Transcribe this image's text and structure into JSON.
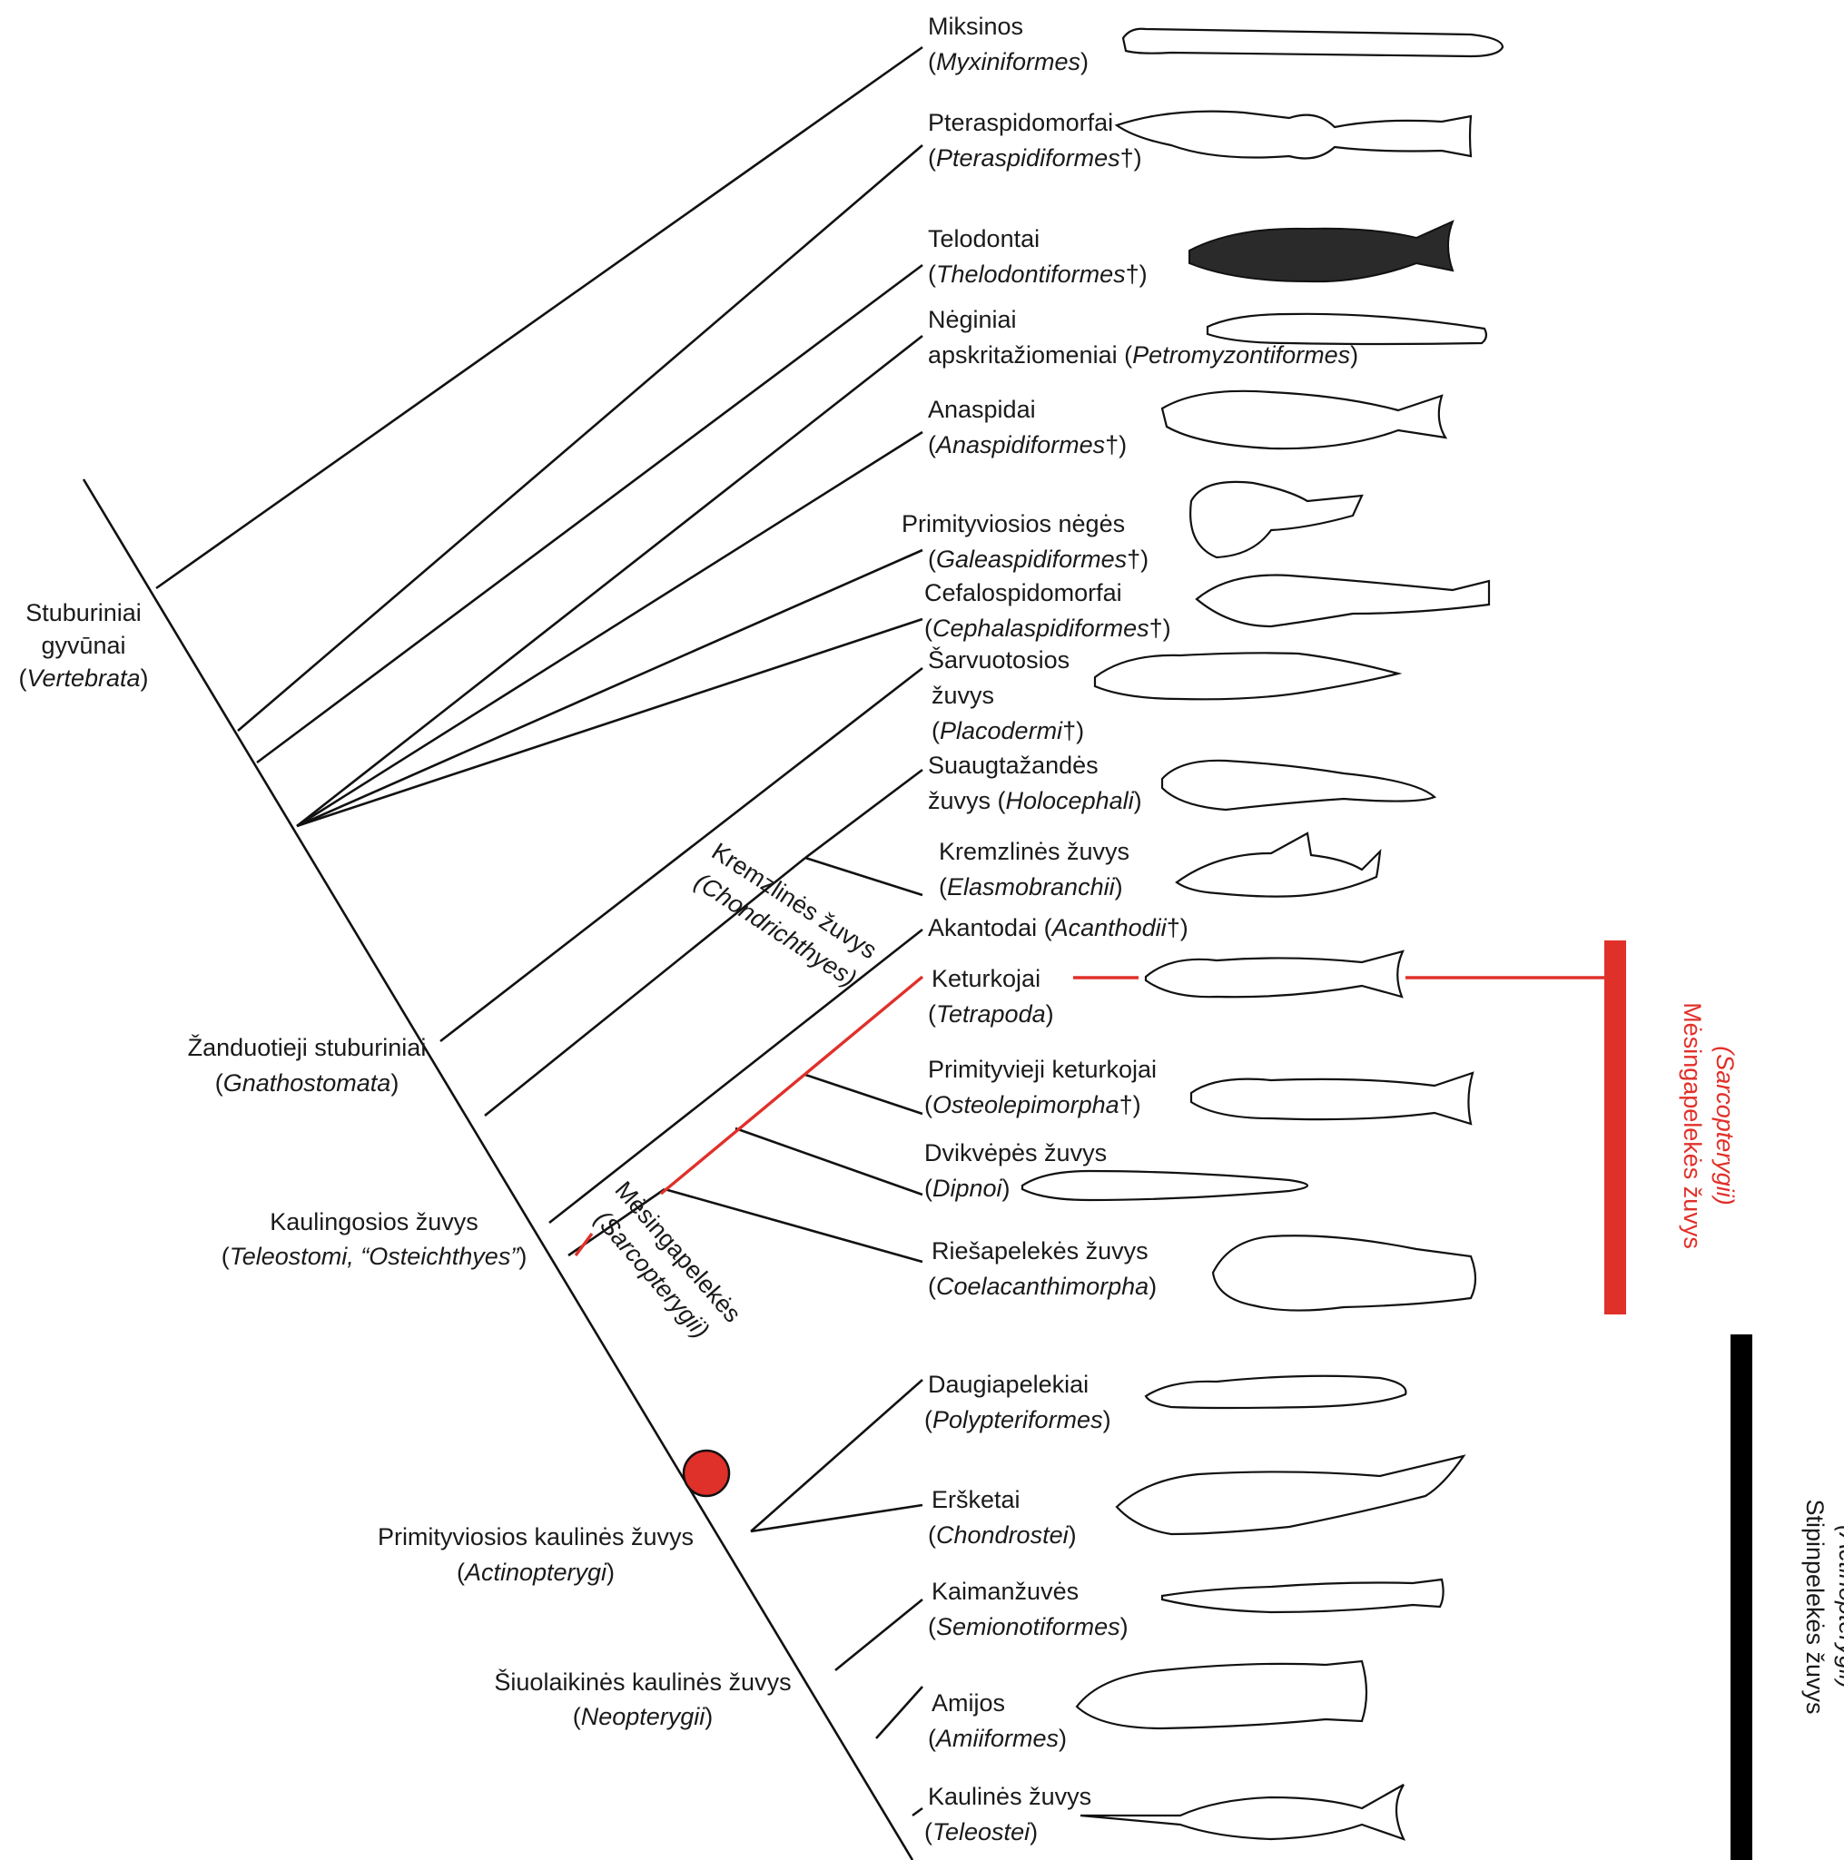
{
  "root": {
    "vertebrata": [
      "Stuburiniai",
      "gyvūnai",
      "Vertebrata"
    ],
    "gnathostomata": [
      "Žanduotieji stuburiniai",
      "Gnathostomata"
    ],
    "osteichthyes": [
      "Kaulingosios žuvys",
      "Teleostomi, “Osteichthyes”"
    ],
    "actinopterygi": [
      "Primityviosios kaulinės žuvys",
      "Actinopterygi"
    ],
    "neopterygii": [
      "Šiuolaikinės kaulinės žuvys",
      "Neopterygii"
    ],
    "chondrichthyes": [
      "Kremzlinės žuvys",
      "(Chondrichthyes)"
    ],
    "sarcopterygii_branch": [
      "Mėsingapelekės",
      "(Sarcopterygii)"
    ]
  },
  "taxa": [
    {
      "name": "Miksinos",
      "latin": "Myxiniformes",
      "suffix": ""
    },
    {
      "name": "Pteraspidomorfai",
      "latin": "Pteraspidiformes",
      "suffix": "†"
    },
    {
      "name": "Telodontai",
      "latin": "Thelodontiformes",
      "suffix": "†"
    },
    {
      "name": "Nėginiai",
      "name2": "apskritažiomeniai",
      "latin": "Petromyzontiformes",
      "suffix": ""
    },
    {
      "name": "Anaspidai",
      "latin": "Anaspidiformes",
      "suffix": "†"
    },
    {
      "name": "Primityviosios nėgės",
      "latin": "Galeaspidiformes",
      "suffix": "†"
    },
    {
      "name": "Cefalospidomorfai",
      "latin": "Cephalaspidiformes",
      "suffix": "†"
    },
    {
      "name": "Šarvuotosios",
      "name2": "žuvys",
      "latin": "Placodermi",
      "suffix": "†"
    },
    {
      "name": "Suaugtažandės",
      "name2": "žuvys",
      "latin": "Holocephali",
      "suffix": ""
    },
    {
      "name": "Kremzlinės žuvys",
      "latin": "Elasmobranchii",
      "suffix": ""
    },
    {
      "name": "Akantodai",
      "latin": "Acanthodii",
      "suffix": "†"
    },
    {
      "name": "Keturkojai",
      "latin": "Tetrapoda",
      "suffix": ""
    },
    {
      "name": "Primityvieji keturkojai",
      "latin": "Osteolepimorpha",
      "suffix": "†"
    },
    {
      "name": "Dvikvėpės žuvys",
      "latin": "Dipnoi",
      "suffix": ""
    },
    {
      "name": "Riešapelekės žuvys",
      "latin": "Coelacanthimorpha",
      "suffix": ""
    },
    {
      "name": "Daugiapelekiai",
      "latin": "Polypteriformes",
      "suffix": ""
    },
    {
      "name": "Eršketai",
      "latin": "Chondrostei",
      "suffix": ""
    },
    {
      "name": "Kaimanžuvės",
      "latin": "Semionotiformes",
      "suffix": ""
    },
    {
      "name": "Amijos",
      "latin": "Amiiformes",
      "suffix": ""
    },
    {
      "name": "Kaulinės žuvys",
      "latin": "Teleostei",
      "suffix": ""
    }
  ],
  "right_labels": {
    "sarcopterygii": [
      "Mėsingapelekės žuvys",
      "(Sarcopterygii)"
    ],
    "actinopterygii": [
      "Stipinpelekės žuvys",
      "(Actinopterygii)"
    ]
  },
  "colors": {
    "accent_red": "#e0302a",
    "line": "#111111",
    "bar_black": "#000000"
  }
}
